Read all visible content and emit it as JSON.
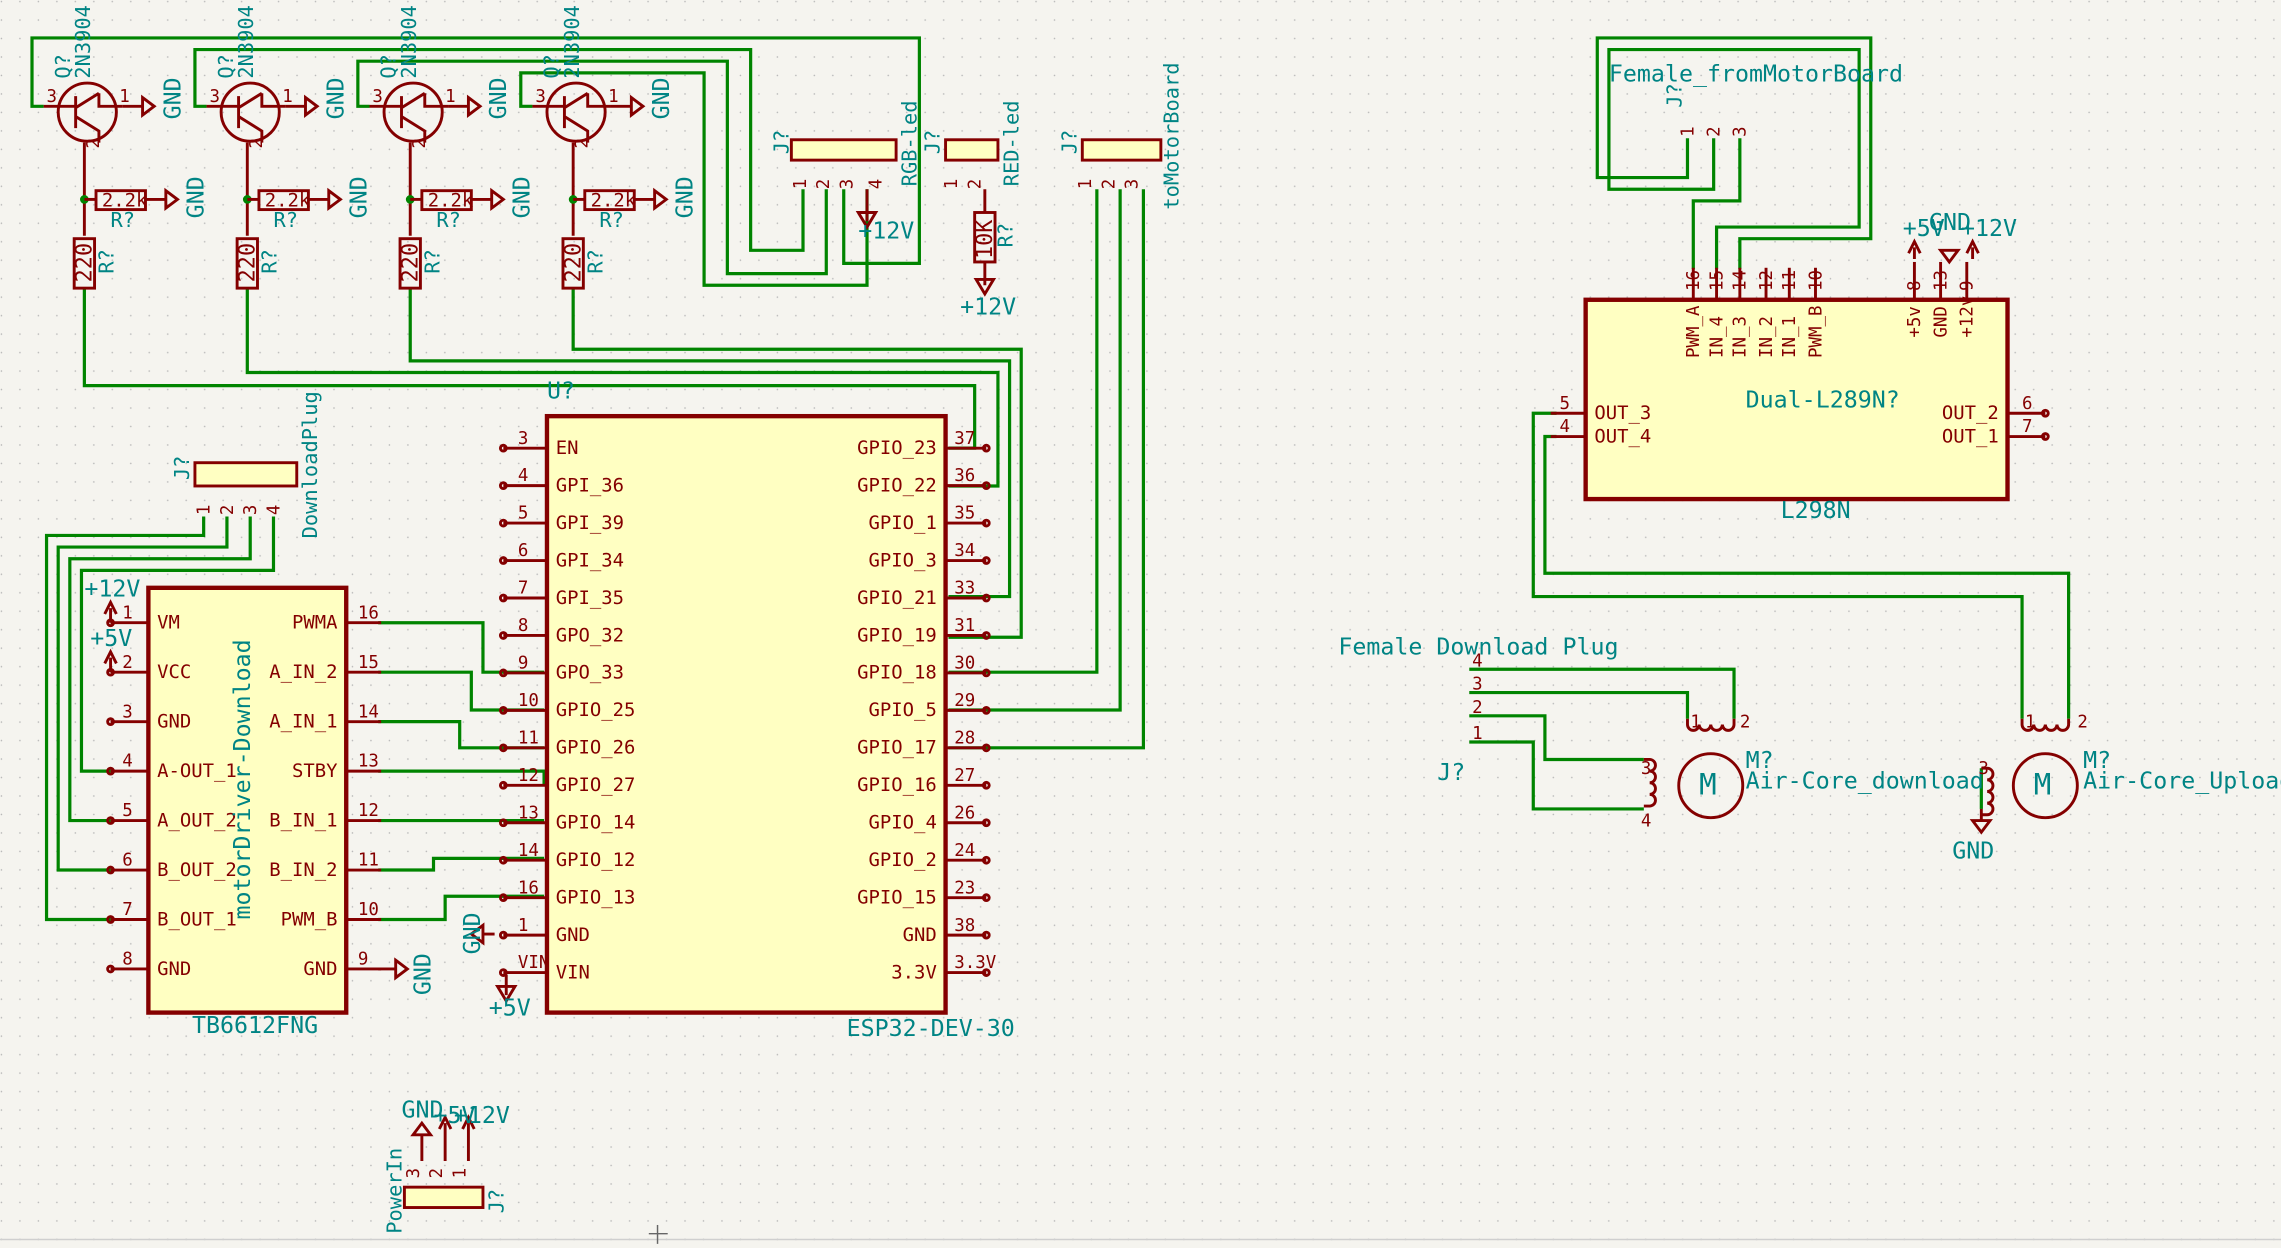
{
  "esp32": {
    "ref": "U?",
    "value": "ESP32-DEV-30",
    "left_pins": [
      {
        "num": "3",
        "name": "EN"
      },
      {
        "num": "4",
        "name": "GPI_36"
      },
      {
        "num": "5",
        "name": "GPI_39"
      },
      {
        "num": "6",
        "name": "GPI_34"
      },
      {
        "num": "7",
        "name": "GPI_35"
      },
      {
        "num": "8",
        "name": "GPO_32"
      },
      {
        "num": "9",
        "name": "GPO_33"
      },
      {
        "num": "10",
        "name": "GPIO_25"
      },
      {
        "num": "11",
        "name": "GPIO_26"
      },
      {
        "num": "12",
        "name": "GPIO_27"
      },
      {
        "num": "13",
        "name": "GPIO_14"
      },
      {
        "num": "14",
        "name": "GPIO_12"
      },
      {
        "num": "16",
        "name": "GPIO_13"
      },
      {
        "num": "1",
        "name": "GND"
      },
      {
        "num": "VIN",
        "name": "VIN"
      }
    ],
    "right_pins": [
      {
        "num": "37",
        "name": "GPIO_23"
      },
      {
        "num": "36",
        "name": "GPIO_22"
      },
      {
        "num": "35",
        "name": "GPIO_1"
      },
      {
        "num": "34",
        "name": "GPIO_3"
      },
      {
        "num": "33",
        "name": "GPIO_21"
      },
      {
        "num": "31",
        "name": "GPIO_19"
      },
      {
        "num": "30",
        "name": "GPIO_18"
      },
      {
        "num": "29",
        "name": "GPIO_5"
      },
      {
        "num": "28",
        "name": "GPIO_17"
      },
      {
        "num": "27",
        "name": "GPIO_16"
      },
      {
        "num": "26",
        "name": "GPIO_4"
      },
      {
        "num": "24",
        "name": "GPIO_2"
      },
      {
        "num": "23",
        "name": "GPIO_15"
      },
      {
        "num": "38",
        "name": "GND"
      },
      {
        "num": "3.3V",
        "name": "3.3V"
      }
    ]
  },
  "tb6612": {
    "value": "TB6612FNG",
    "body_label": "motorDriver-Download",
    "left_pins": [
      {
        "num": "1",
        "name": "VM"
      },
      {
        "num": "2",
        "name": "VCC"
      },
      {
        "num": "3",
        "name": "GND"
      },
      {
        "num": "4",
        "name": "A-OUT_1"
      },
      {
        "num": "5",
        "name": "A_OUT_2"
      },
      {
        "num": "6",
        "name": "B_OUT_2"
      },
      {
        "num": "7",
        "name": "B_OUT_1"
      },
      {
        "num": "8",
        "name": "GND"
      }
    ],
    "right_pins": [
      {
        "num": "16",
        "name": "PWMA"
      },
      {
        "num": "15",
        "name": "A_IN_2"
      },
      {
        "num": "14",
        "name": "A_IN_1"
      },
      {
        "num": "13",
        "name": "STBY"
      },
      {
        "num": "12",
        "name": "B_IN_1"
      },
      {
        "num": "11",
        "name": "B_IN_2"
      },
      {
        "num": "10",
        "name": "PWM_B"
      },
      {
        "num": "9",
        "name": "GND"
      }
    ]
  },
  "l298": {
    "value": "L298N",
    "body_label": "Dual-L289N?",
    "top_pins": [
      {
        "num": "16",
        "name": "PWM_A"
      },
      {
        "num": "15",
        "name": "IN_4"
      },
      {
        "num": "14",
        "name": "IN_3"
      },
      {
        "num": "12",
        "name": "IN_2"
      },
      {
        "num": "11",
        "name": "IN_1"
      },
      {
        "num": "10",
        "name": "PWM_B"
      }
    ],
    "top_power": [
      {
        "num": "8",
        "name": "+5v"
      },
      {
        "num": "13",
        "name": "GND"
      },
      {
        "num": "9",
        "name": "+12v"
      }
    ],
    "left_pins": [
      {
        "num": "5",
        "name": "OUT_3"
      },
      {
        "num": "4",
        "name": "OUT_4"
      }
    ],
    "right_pins": [
      {
        "num": "6",
        "name": "OUT_2"
      },
      {
        "num": "7",
        "name": "OUT_1"
      }
    ]
  },
  "transistors": [
    {
      "ref": "Q?",
      "value": "2N3904",
      "r_base": "2.2k",
      "r_coll": "220",
      "r_ref": "R?"
    },
    {
      "ref": "Q?",
      "value": "2N3904",
      "r_base": "2.2k",
      "r_coll": "220",
      "r_ref": "R?"
    },
    {
      "ref": "Q?",
      "value": "2N3904",
      "r_base": "2.2k",
      "r_coll": "220",
      "r_ref": "R?"
    },
    {
      "ref": "Q?",
      "value": "2N3904",
      "r_base": "2.2k",
      "r_coll": "220",
      "r_ref": "R?"
    }
  ],
  "connectors": {
    "rgb_led": {
      "ref": "J?",
      "value": "RGB-led",
      "pins": [
        "1",
        "2",
        "3",
        "4"
      ]
    },
    "red_led": {
      "ref": "J?",
      "value": "RED-led",
      "pins": [
        "1",
        "2"
      ]
    },
    "to_motor": {
      "ref": "J?",
      "value": "toMotorBoard",
      "pins": [
        "1",
        "2",
        "3"
      ]
    },
    "download_plug": {
      "ref": "J?",
      "value": "DownloadPlug",
      "pins": [
        "1",
        "2",
        "3",
        "4"
      ]
    },
    "female_from_motor": {
      "ref": "J?",
      "value": "Female_fromMotorBoard",
      "pins": [
        "1",
        "2",
        "3"
      ]
    },
    "female_download": {
      "ref": "J?",
      "value": "Female Download Plug",
      "pins": [
        "4",
        "3",
        "2",
        "1"
      ]
    },
    "power_in": {
      "ref": "J?",
      "value": "PowerIn",
      "pins": [
        "3",
        "2",
        "1"
      ]
    }
  },
  "resistor_red": {
    "value": "10K",
    "ref": "R?"
  },
  "motors": [
    {
      "ref": "M?",
      "value": "Air-Core_download"
    },
    {
      "ref": "M?",
      "value": "Air-Core_Upload"
    }
  ],
  "labels": {
    "gnd": "GND",
    "v12": "+12V",
    "v5": "+5V",
    "vin": "VIN",
    "motor_m": "M",
    "pin1": "1",
    "pin2": "2",
    "pin3": "3",
    "pin4": "4",
    "pin8": "8",
    "pin9": "9"
  },
  "colors": {
    "wire": "#008400",
    "symbol": "#840000",
    "text": "#008484",
    "fill": "#ffffc2",
    "background": "#f5f4ef"
  }
}
